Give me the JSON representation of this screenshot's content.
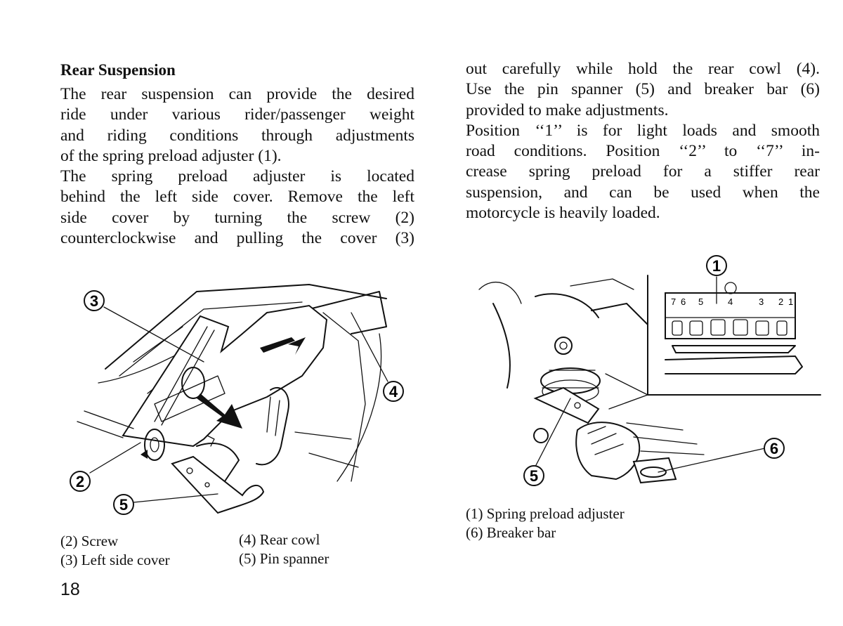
{
  "left_column": {
    "heading": "Rear Suspension",
    "paragraphs": [
      [
        "The rear suspension can provide the desired",
        "ride under various rider/passenger weight",
        "and riding conditions through adjustments",
        "of the spring preload adjuster (1)."
      ],
      [
        "The spring preload adjuster is located",
        "behind the left side cover. Remove the left",
        "side cover by turning the screw (2)",
        "counterclockwise and pulling the cover (3)"
      ]
    ]
  },
  "right_column": {
    "paragraphs": [
      [
        "out carefully while hold the rear cowl (4).",
        "Use the pin spanner (5) and breaker bar (6)",
        "provided to make adjustments."
      ],
      [
        "Position ‘‘1’’ is for light loads and smooth",
        "road conditions. Position ‘‘2’’ to ‘‘7’’ in-",
        "crease spring preload for a stiffer rear",
        "suspension, and can be used when the",
        "motorcycle is heavily loaded."
      ]
    ]
  },
  "figure_left": {
    "callouts": [
      "3",
      "4",
      "2",
      "5"
    ]
  },
  "figure_right": {
    "callouts": [
      "1",
      "5",
      "6"
    ],
    "adjuster_positions": [
      "7",
      "6",
      "5",
      "4",
      "3",
      "2",
      "1"
    ]
  },
  "captions_left": {
    "col_a": [
      "(2) Screw",
      "(3) Left side cover"
    ],
    "col_b": [
      "(4) Rear cowl",
      "(5) Pin spanner"
    ]
  },
  "captions_right": [
    "(1) Spring preload adjuster",
    "(6) Breaker bar"
  ],
  "page_number": "18"
}
